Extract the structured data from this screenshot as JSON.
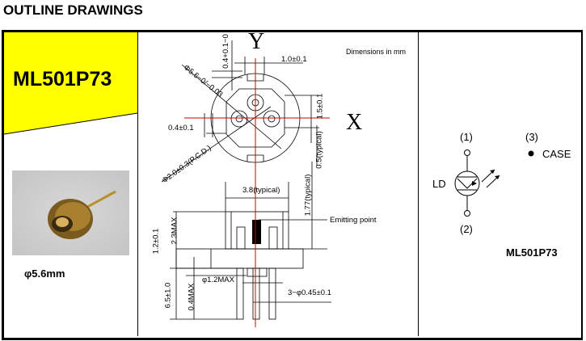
{
  "header": {
    "title": "OUTLINE DRAWINGS"
  },
  "left_panel": {
    "model": "ML501P73",
    "diameter": "φ5.6mm",
    "accent_color": "#ffff00"
  },
  "drawing": {
    "units_note": "Dimensions in mm",
    "axis_y": "Y",
    "axis_x": "X",
    "dims": {
      "notch_width": "1.0±0.1",
      "notch_depth": "0.4+0.1−0",
      "outer_dia": "Φ5.6−0/−0.03",
      "pin_offset": "1.5±0.1",
      "flat": "0.4±0.1",
      "offset_typ": "0.5(typical)",
      "pcd": "Φ2.0±0.3(P.C.D.)",
      "cap_width": "3.8(typical)",
      "emit_height": "1.77(typical)",
      "emitting_point": "Emitting point",
      "cap_height": "2.3MAX",
      "flange": "1.2±0.1",
      "stem_dia": "φ1.2MAX",
      "lead_length": "6.5±1.0",
      "stem_height": "0.4MAX",
      "lead_dia": "3−φ0.45±0.1"
    }
  },
  "schematic": {
    "pin1": "(1)",
    "pin2": "(2)",
    "pin3": "(3)",
    "case": "CASE",
    "ld": "LD",
    "model": "ML501P73"
  }
}
